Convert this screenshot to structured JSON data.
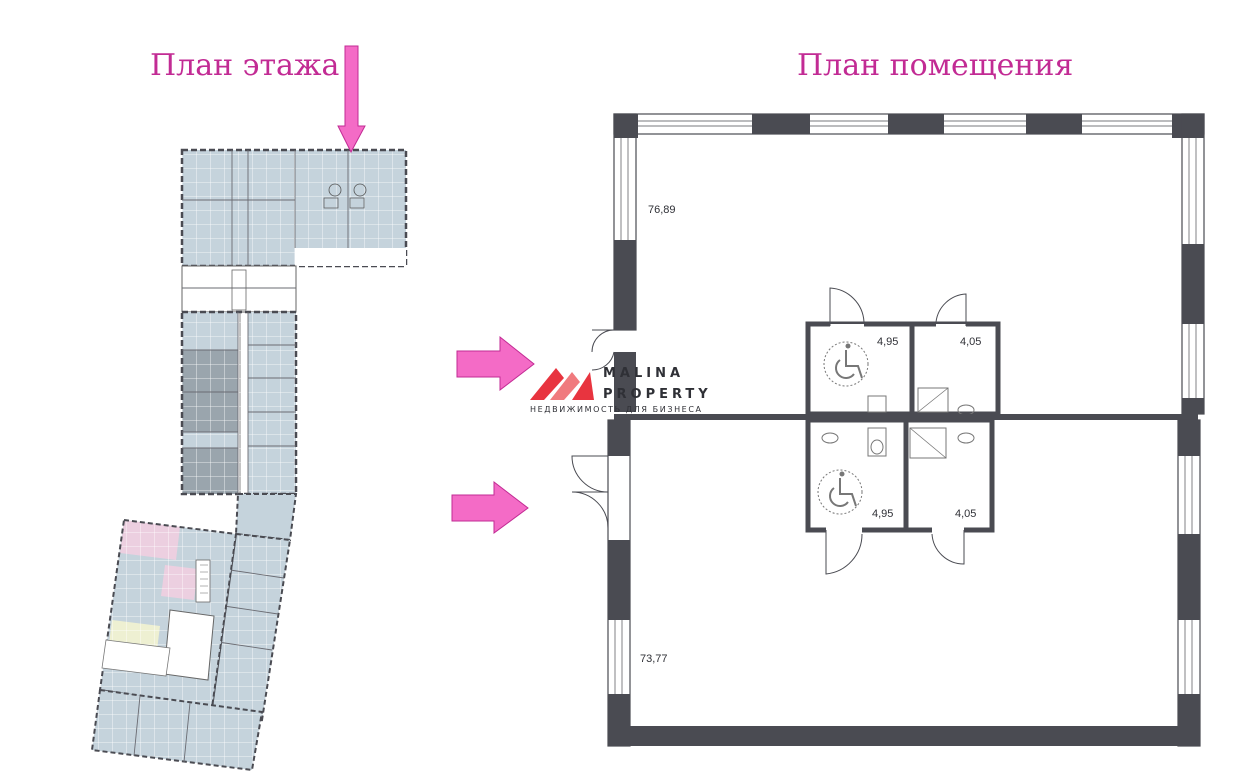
{
  "titles": {
    "floor_plan": "План этажа",
    "room_plan": "План помещения"
  },
  "colors": {
    "accent": "#c22b94",
    "arrow": "#f46bc6",
    "wall": "#4a4b52",
    "room_fill": "#c5d3dc",
    "room_fill_dark": "#9aa5ad",
    "pink_unit": "#eccfe0",
    "yellow_unit": "#eef0d2"
  },
  "room_plan": {
    "upper": {
      "main_area": "76,89",
      "wc_left_area": "4,95",
      "wc_right_area": "4,05"
    },
    "lower": {
      "main_area": "73,77",
      "wc_left_area": "4,95",
      "wc_right_area": "4,05"
    }
  },
  "watermark": {
    "line1": "MALINA",
    "line2": "PROPERTY",
    "tagline": "НЕДВИЖИМОСТЬ ДЛЯ БИЗНЕСА"
  },
  "icons": [
    "down-arrow-icon",
    "right-arrow-icon",
    "wheelchair-icon",
    "sink-icon",
    "toilet-icon",
    "shower-icon",
    "malina-logo-icon"
  ]
}
